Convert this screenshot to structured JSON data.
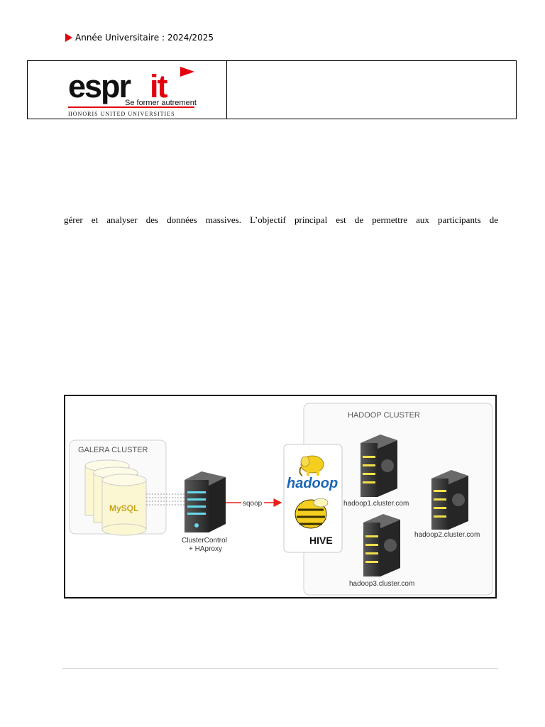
{
  "header": {
    "year_label": "Année Universitaire : 2024/2025",
    "logo": {
      "wordmark": "esprit",
      "tagline": "Se former autrement",
      "affiliation": "HONORIS UNITED UNIVERSITIES",
      "brand_color": "#e3000f"
    }
  },
  "body": {
    "paragraph_fragment": "gérer et analyser des données massives. L’objectif principal est de permettre aux participants de"
  },
  "figure": {
    "galera_title": "GALERA CLUSTER",
    "mysql_label": "MySQL",
    "cluster_control_line1": "ClusterControl",
    "cluster_control_line2": "+ HAproxy",
    "sqoop_label": "sqoop",
    "hadoop_logo": "hadoop",
    "hive_logo": "HIVE",
    "hadoop_cluster_title": "HADOOP CLUSTER",
    "nodes": [
      "hadoop1.cluster.com",
      "hadoop2.cluster.com",
      "hadoop3.cluster.com"
    ],
    "colors": {
      "arrow": "#e8211d",
      "server_dark": "#3a3a3a",
      "server_stripe_yellow": "#f2e04a",
      "server_stripe_cyan": "#66d9ef",
      "db_fill": "#fbf7d2",
      "hadoop_yellow": "#f5cf1f",
      "hadoop_blue": "#1b66b7"
    }
  }
}
